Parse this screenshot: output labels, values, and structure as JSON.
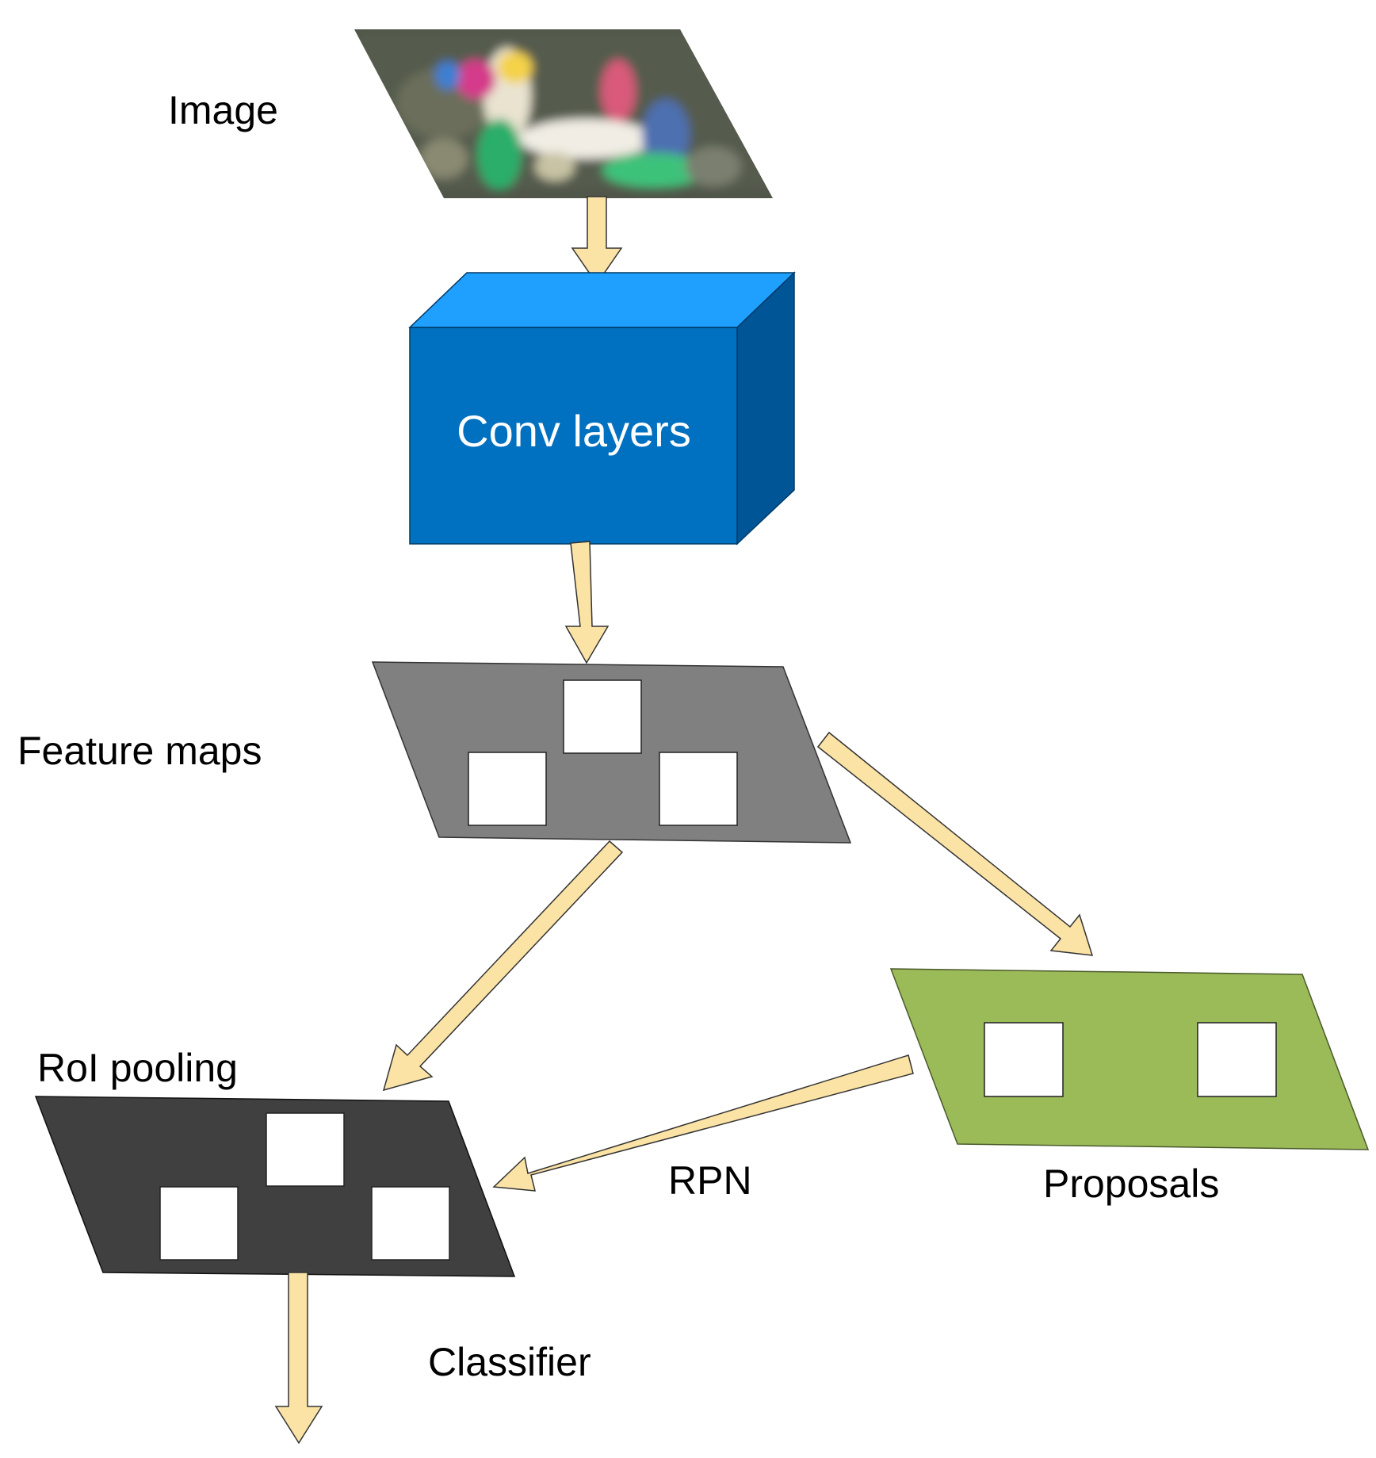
{
  "labels": {
    "image": "Image",
    "conv_layers": "Conv layers",
    "feature_maps": "Feature maps",
    "roi_pooling": "RoI pooling",
    "rpn": "RPN",
    "proposals": "Proposals",
    "classifier": "Classifier"
  },
  "colors": {
    "arrow_fill": "#fbe3a6",
    "conv_front": "#0070c0",
    "conv_top": "#1fa0ff",
    "conv_side": "#005596",
    "feature_map": "#808080",
    "roi_pool": "#404040",
    "proposals": "#9bbb59"
  }
}
